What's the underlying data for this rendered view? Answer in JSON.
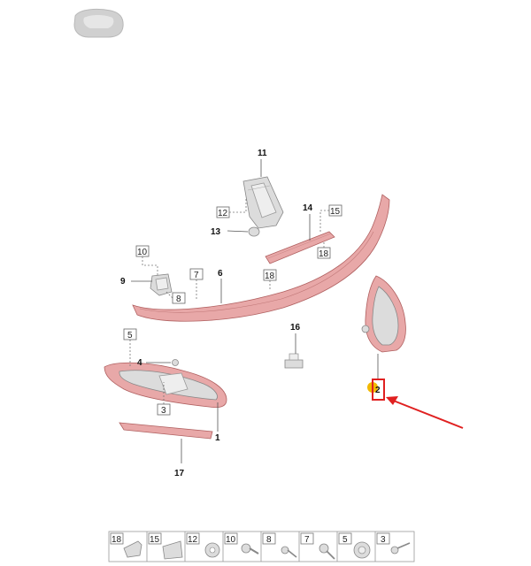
{
  "callouts": {
    "c1": "1",
    "c2": "2",
    "c3": "3",
    "c4": "4",
    "c5": "5",
    "c6": "6",
    "c7": "7",
    "c8": "8",
    "c9": "9",
    "c10": "10",
    "c11": "11",
    "c12": "12",
    "c13": "13",
    "c14": "14",
    "c15": "15",
    "c16": "16",
    "c17": "17",
    "c18": "18"
  },
  "legend": {
    "items": [
      "18",
      "15",
      "12",
      "10",
      "8",
      "7",
      "5",
      "3"
    ]
  },
  "colors": {
    "highlight": "#e02020",
    "marker": "#f2b800",
    "part_fill": "#dcdcdc",
    "part_red": "#e8a8a8"
  }
}
